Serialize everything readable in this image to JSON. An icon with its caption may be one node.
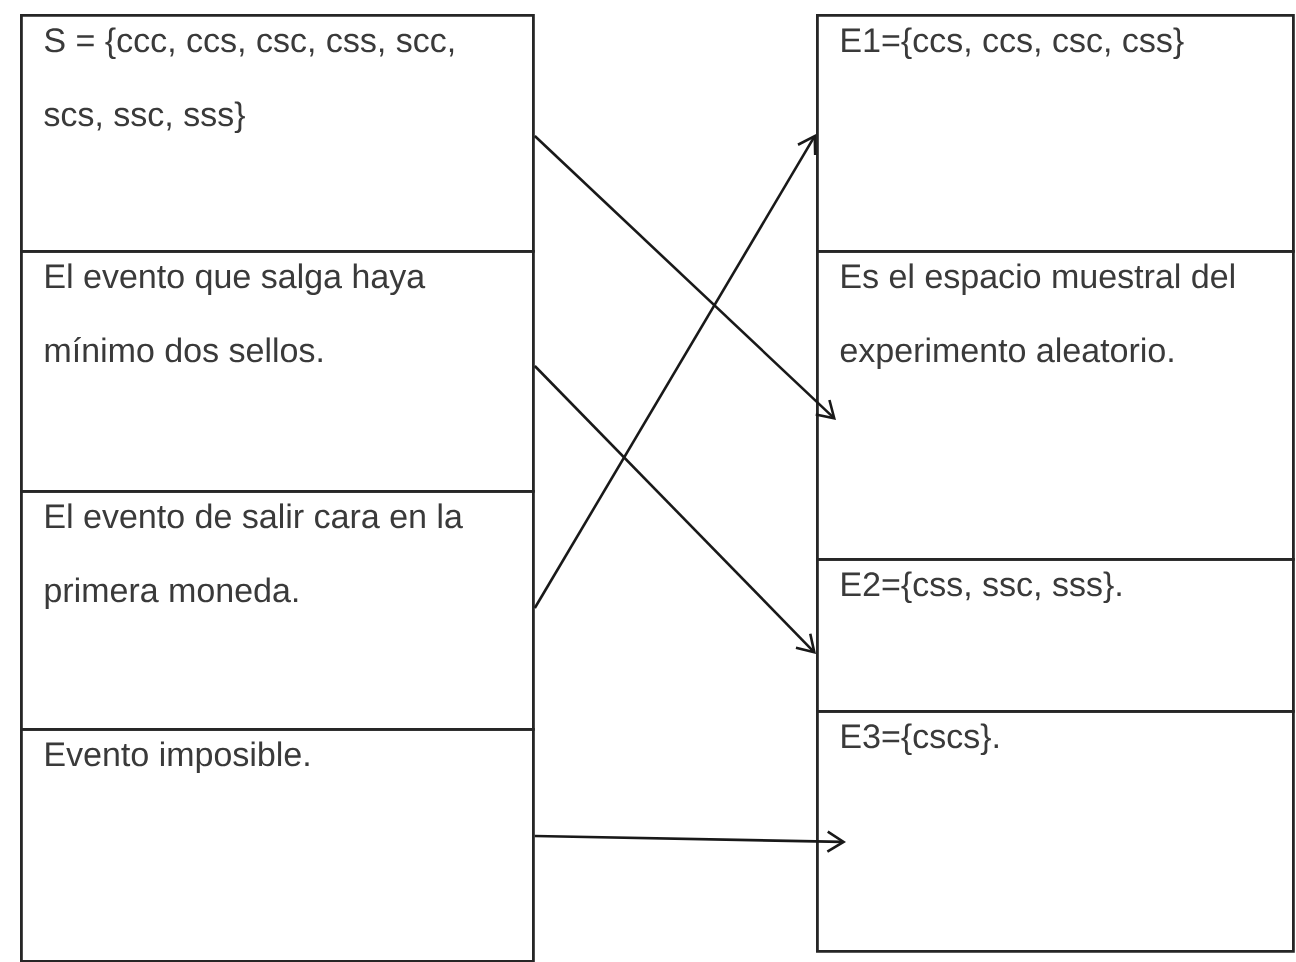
{
  "diagram": {
    "nodes": [
      {
        "text": [
          "S = {ccc, ccs, csc, css, scc, scs, ssc, sss}"
        ]
      },
      {
        "text": [
          "El evento que salga haya mínimo dos sellos."
        ]
      },
      {
        "text": [
          "El evento de salir cara en la primera moneda."
        ]
      },
      {
        "text": [
          "Evento imposible."
        ]
      },
      {
        "text": [
          "E1={ccs, ccs, csc, css}"
        ]
      },
      {
        "text": [
          "Es el espacio muestral del experimento aleatorio."
        ]
      },
      {
        "text": [
          "E2={css, ssc, sss}."
        ]
      },
      {
        "text": [
          "E3={cscs}."
        ]
      }
    ],
    "edges": [
      {
        "from": 0,
        "to": 5,
        "arrow": "to"
      },
      {
        "from": 1,
        "to": 6,
        "arrow": "to"
      },
      {
        "from": 2,
        "to": 4,
        "arrow": "to"
      },
      {
        "from": 3,
        "to": 7,
        "arrow": "to"
      }
    ]
  }
}
